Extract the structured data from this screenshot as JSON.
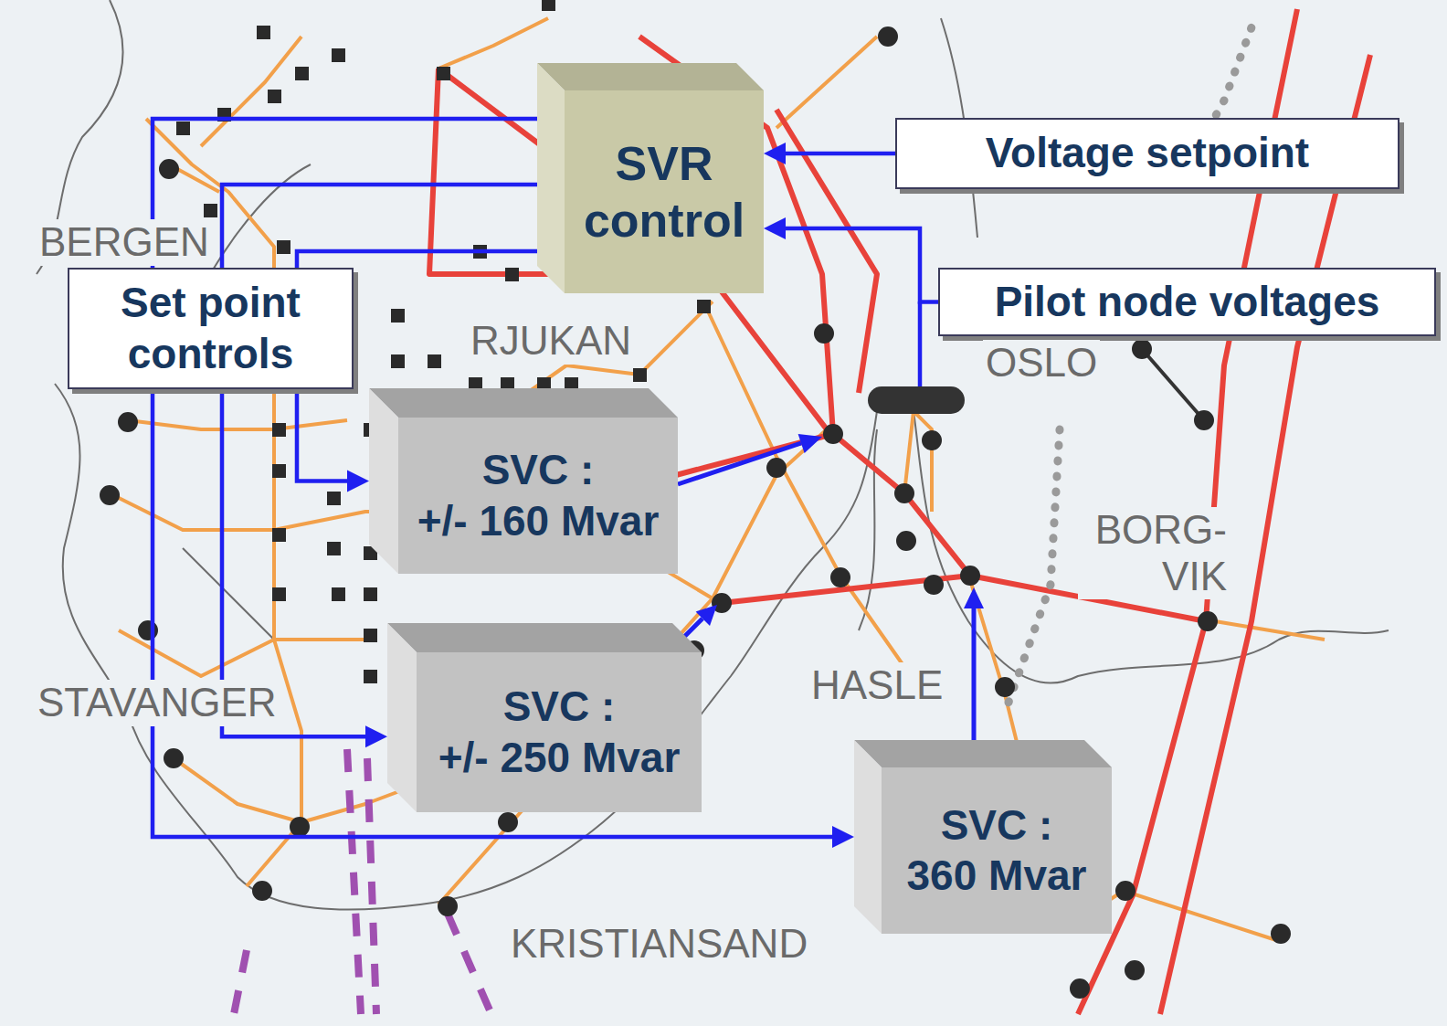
{
  "diagram": {
    "nodes": [
      {
        "text": [
          "SVR control"
        ]
      },
      {
        "text": [
          "Voltage setpoint"
        ]
      },
      {
        "text": [
          "Set point controls"
        ]
      },
      {
        "text": [
          "Pilot node voltages"
        ]
      },
      {
        "text": [
          "SVC :",
          "+/- 160 Mvar"
        ]
      },
      {
        "text": [
          "SVC :",
          "+/- 250 Mvar"
        ]
      },
      {
        "text": [
          "SVC :",
          "360 Mvar"
        ]
      }
    ],
    "edges": [
      {
        "from": 1,
        "to": 0,
        "arrow": "to"
      },
      {
        "from": 3,
        "to": 0,
        "arrow": "to"
      },
      {
        "from": 0,
        "to": 4,
        "arrow": "to"
      },
      {
        "from": 0,
        "to": 5,
        "arrow": "to"
      },
      {
        "from": 0,
        "to": 6,
        "arrow": "to"
      }
    ],
    "labels": [
      "BERGEN",
      "RJUKAN",
      "OSLO",
      "BORG- VIK",
      "HASLE",
      "STAVANGER",
      "KRISTIANSAND"
    ]
  }
}
